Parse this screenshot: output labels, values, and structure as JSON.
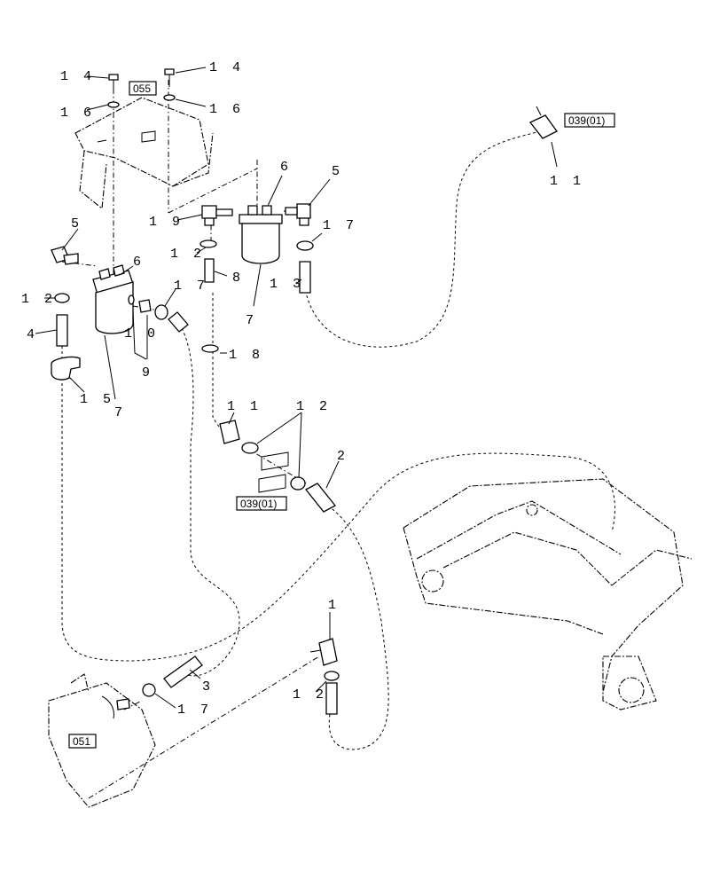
{
  "callouts": {
    "c14a": "1 4",
    "c14b": "1 4",
    "c16a": "1 6",
    "c16b": "1 6",
    "c6a": "6",
    "c5a": "5",
    "c19": "1 9",
    "c12a": "1 2",
    "c8": "8",
    "c7a": "7",
    "c13": "1 3",
    "c17a": "1 7",
    "c11a": "1 1",
    "c5b": "5",
    "c6b": "6",
    "c12b": "1 2",
    "c17b": "1 7",
    "c4": "4",
    "c10": "1 0",
    "c9": "9",
    "c18": "1 8",
    "c15": "1 5",
    "c7b": "7",
    "c11b": "1 1",
    "c12c": "1 2",
    "c2": "2",
    "c1": "1",
    "c3": "3",
    "c12d": "1 2",
    "c17c": "1 7"
  },
  "refs": {
    "r055": "055",
    "r039a": "039(01)",
    "r039b": "039(01)",
    "r051": "051"
  }
}
